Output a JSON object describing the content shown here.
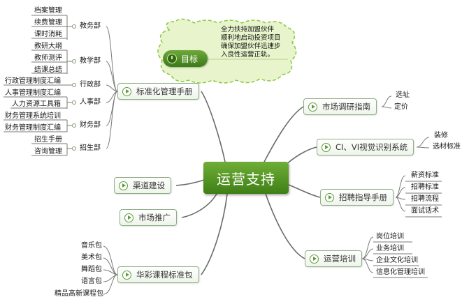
{
  "center": {
    "label": "运营支持"
  },
  "goal": {
    "label": "目标",
    "text_lines": [
      "全力扶持加盟伙伴",
      "顺利地启动投资项目",
      "确保加盟伙伴迅速步",
      "入良性运营正轨。"
    ]
  },
  "left_branches": {
    "manual": {
      "label": "标准化管理手册",
      "groups": [
        {
          "label": "教务部",
          "items": [
            "档案管理",
            "续费管理",
            "课时消耗"
          ]
        },
        {
          "label": "教学部",
          "items": [
            "教研大纲",
            "教师测评",
            "结课总结"
          ]
        },
        {
          "label": "行政部",
          "items": [
            "行政管理制度汇编"
          ]
        },
        {
          "label": "人事部",
          "items": [
            "人事管理制度汇编",
            "人力资源工具箱"
          ]
        },
        {
          "label": "财务部",
          "items": [
            "财务管理系统培训",
            "财务管理制度汇编"
          ]
        },
        {
          "label": "招生部",
          "items": [
            "招生手册",
            "咨询管理"
          ]
        }
      ]
    },
    "channel": {
      "label": "渠道建设"
    },
    "promo": {
      "label": "市场推广"
    },
    "course": {
      "label": "华彩课程标准包",
      "items": [
        "音乐包",
        "美术包",
        "舞蹈包",
        "语言包",
        "精品高新课程包"
      ]
    }
  },
  "right_branches": {
    "research": {
      "label": "市场调研指南",
      "items": [
        "选址",
        "定价"
      ]
    },
    "vi": {
      "label": "CI、VI视觉识别系统",
      "items": [
        "装修",
        "选材标准"
      ]
    },
    "recruit": {
      "label": "招聘指导手册",
      "items": [
        "薪资标准",
        "招聘标准",
        "招聘流程",
        "面试话术"
      ]
    },
    "training": {
      "label": "运营培训",
      "items": [
        "岗位培训",
        "业务培训",
        "企业文化培训",
        "信息化管理培训"
      ]
    }
  },
  "colors": {
    "central_top": "#6fae36",
    "central_bottom": "#3f7f17",
    "connector": "#6b6b6b",
    "topic_border": "#8fae86",
    "cloud_fill": "#e8f5cc",
    "cloud_stroke": "#8cc63f"
  },
  "icons": {
    "topic_marker": "play-circle-icon",
    "goal_marker": "gauge-icon"
  }
}
